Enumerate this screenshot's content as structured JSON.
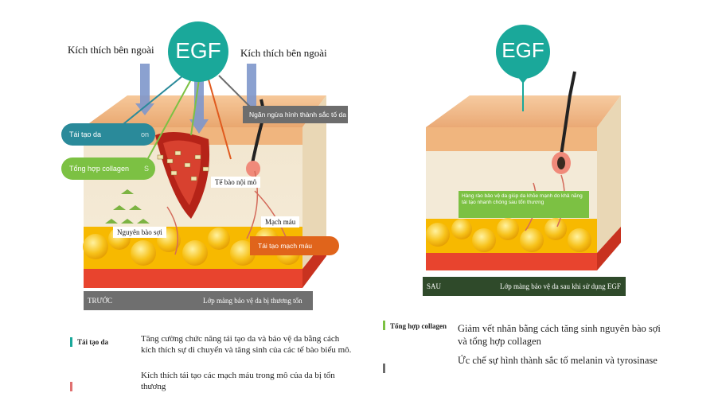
{
  "left": {
    "egf": "EGF",
    "ext_label_left": "Kích thích bên ngoài",
    "ext_label_right": "Kích thích bên ngoài",
    "pill_regen": "Tái tạo da",
    "pill_regen_suffix": "on",
    "pill_collagen": "Tổng hợp collagen",
    "pill_collagen_suffix": "S",
    "pill_inhibit": "Ngăn ngừa hình thành sắc tố da",
    "tag_endothelial": "Tế bào nội mô",
    "tag_vessel": "Mạch máu",
    "pill_vessel_regen": "Tái tạo mạch máu",
    "tag_fibroblast": "Nguyên bào sợi",
    "bar_before": "TRƯỚC",
    "bar_before_desc": "Lớp màng bảo vệ da bị thương tổn"
  },
  "right": {
    "egf": "EGF",
    "green_box": "Hàng rào bảo vệ da giúp da khỏe mạnh do khả năng tái tạo nhanh chóng sau tổn thương",
    "bar_after": "SAU",
    "bar_after_desc": "Lớp màng bảo vệ da sau khi sử dụng EGF"
  },
  "legend": {
    "regen_label": "Tái tạo da",
    "regen_desc_1": "Tăng cường chức năng tái tạo da và bảo vệ da bằng cách kích thích sự di chuyển và tăng sinh của các tế bào biểu mô.",
    "regen_desc_2": "Kích thích tái tạo các mạch máu trong mô của da bị tổn thương",
    "collagen_label": "Tổng hợp collagen",
    "collagen_desc": "Giảm vết nhăn bằng cách tăng sinh nguyên bào sợi và tổng hợp collagen",
    "inhibit_desc": "Ức chế sự hình thành sắc tố melanin và tyrosinase"
  },
  "colors": {
    "egf_teal": "#1aa89a",
    "regen_teal": "#2a8a9a",
    "collagen_green": "#7cc143",
    "inhibit_gray": "#6d6d6d",
    "vessel_orange": "#e0641b",
    "fat_yellow": "#f7b900",
    "bar_gray": "#6f6f6f",
    "bar_dark_green": "#2f4a2a",
    "marker_red": "#e07070"
  }
}
